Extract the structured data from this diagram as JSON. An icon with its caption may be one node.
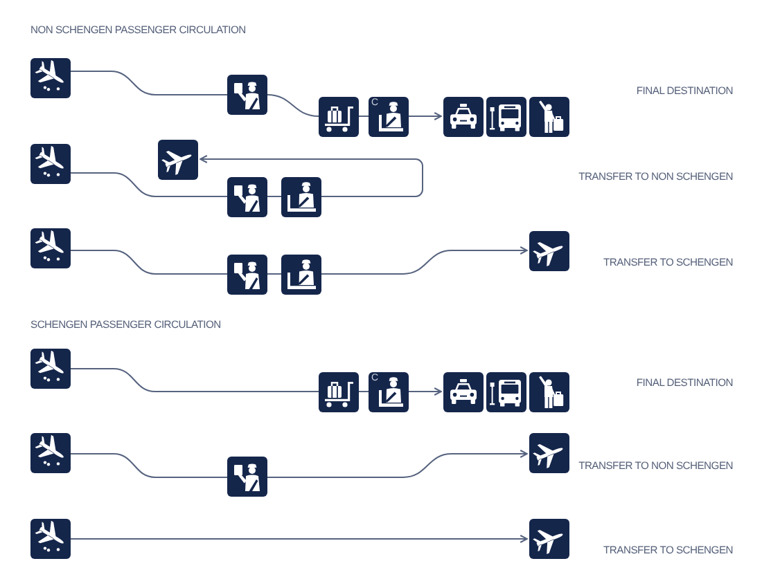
{
  "diagram": {
    "nodes": [
      {
        "text": [],
        "shape": "picture"
      },
      {
        "text": [],
        "shape": "picture"
      },
      {
        "text": [],
        "shape": "picture"
      },
      {
        "text": [
          "C"
        ]
      },
      {
        "text": [],
        "shape": "picture"
      },
      {
        "text": [],
        "shape": "picture"
      },
      {
        "text": [],
        "shape": "picture"
      },
      {
        "text": [],
        "shape": "picture"
      },
      {
        "text": [],
        "shape": "picture"
      },
      {
        "text": [],
        "shape": "picture"
      },
      {
        "text": [],
        "shape": "picture"
      },
      {
        "text": [],
        "shape": "picture"
      },
      {
        "text": [],
        "shape": "picture"
      },
      {
        "text": [],
        "shape": "picture"
      },
      {
        "text": [],
        "shape": "picture"
      },
      {
        "text": [],
        "shape": "picture"
      },
      {
        "text": [],
        "shape": "picture"
      },
      {
        "text": [
          "C"
        ]
      },
      {
        "text": [],
        "shape": "picture"
      },
      {
        "text": [],
        "shape": "picture"
      },
      {
        "text": [],
        "shape": "picture"
      },
      {
        "text": [],
        "shape": "picture"
      },
      {
        "text": [],
        "shape": "picture"
      },
      {
        "text": [],
        "shape": "picture"
      },
      {
        "text": [],
        "shape": "picture"
      },
      {
        "text": [],
        "shape": "picture"
      }
    ],
    "edges": [
      {
        "from": 0,
        "to": 1,
        "arrow": "none"
      },
      {
        "from": 1,
        "to": 2,
        "arrow": "none"
      },
      {
        "from": 2,
        "to": 3,
        "arrow": "none"
      },
      {
        "from": 3,
        "to": 4,
        "arrow": "to"
      },
      {
        "from": 7,
        "to": 9,
        "arrow": "none"
      },
      {
        "from": 9,
        "to": 10,
        "arrow": "none"
      },
      {
        "from": 10,
        "to": 8,
        "arrow": "to"
      },
      {
        "from": 11,
        "to": 12,
        "arrow": "none"
      },
      {
        "from": 12,
        "to": 13,
        "arrow": "none"
      },
      {
        "from": 13,
        "to": 14,
        "arrow": "to"
      },
      {
        "from": 15,
        "to": 16,
        "arrow": "none"
      },
      {
        "from": 16,
        "to": 17,
        "arrow": "none"
      },
      {
        "from": 17,
        "to": 18,
        "arrow": "to"
      },
      {
        "from": 21,
        "to": 22,
        "arrow": "none"
      },
      {
        "from": 22,
        "to": 23,
        "arrow": "to"
      },
      {
        "from": 24,
        "to": 25,
        "arrow": "to"
      }
    ],
    "labels": [
      "NON SCHENGEN PASSENGER CIRCULATION",
      "FINAL DESTINATION",
      "TRANSFER TO NON SCHENGEN",
      "TRANSFER TO SCHENGEN",
      "SCHENGEN PASSENGER CIRCULATION",
      "FINAL DESTINATION",
      "TRANSFER TO NON SCHENGEN",
      "TRANSFER TO SCHENGEN"
    ]
  }
}
